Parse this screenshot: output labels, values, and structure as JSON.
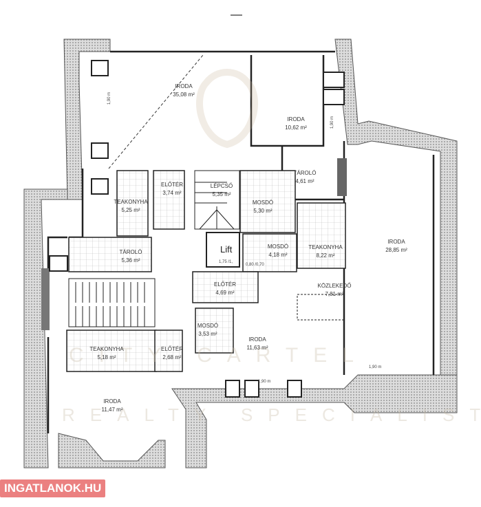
{
  "rooms": [
    {
      "name": "IRODA",
      "area": "35,08 m²"
    },
    {
      "name": "IRODA",
      "area": "10,62 m²"
    },
    {
      "name": "TÁROLÓ",
      "area": "4,61 m²"
    },
    {
      "name": "ELŐTÉR",
      "area": "3,74 m²"
    },
    {
      "name": "LÉPCSŐ",
      "area": "5,35 m²"
    },
    {
      "name": "MOSDÓ",
      "area": "5,30 m²"
    },
    {
      "name": "TEAKONYHA",
      "area": "5,25 m²"
    },
    {
      "name": "IRODA",
      "area": "28,85 m²"
    },
    {
      "name": "TEAKONYHA",
      "area": "8,22 m²"
    },
    {
      "name": "MOSDÓ",
      "area": "4,18 m²"
    },
    {
      "name": "TÁROLÓ",
      "area": "5,36 m²"
    },
    {
      "name": "KÖZLEKEDŐ",
      "area": "7,81 m²"
    },
    {
      "name": "ELŐTÉR",
      "area": "4,69 m²"
    },
    {
      "name": "MOSDÓ",
      "area": "3,53 m²"
    },
    {
      "name": "IRODA",
      "area": "11,63 m²"
    },
    {
      "name": "TEAKONYHA",
      "area": "5,18 m²"
    },
    {
      "name": "ELŐTÉR",
      "area": "2,68 m²"
    },
    {
      "name": "IRODA",
      "area": "11,47 m²"
    }
  ],
  "lift": "Lift",
  "dims": {
    "d1": "1,90 m",
    "d2": "1,90 m",
    "d3": "1,90 m",
    "d4": "1,90 m",
    "lift_dim": "1,75 /1,",
    "wc_dim": "0,80 /0,70"
  },
  "watermark": {
    "top": "CITY CARTEL",
    "bottom": "REALTY SPECIALIST"
  },
  "logo": "INGATLANOK.HU"
}
